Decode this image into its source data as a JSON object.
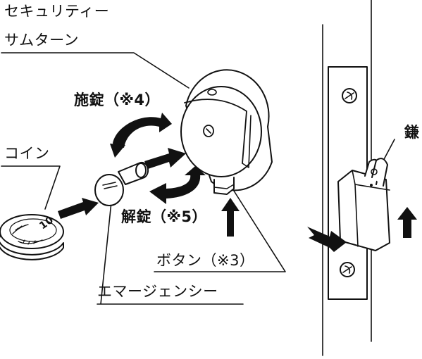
{
  "labels": {
    "security_thumbturn_line1": "セキュリティー",
    "security_thumbturn_line2": "サムターン",
    "lock": "施錠（※4）",
    "coin": "コイン",
    "unlock": "解錠（※5）",
    "button": "ボタン（※3）",
    "emergency": "エマージェンシー",
    "right_cut": "鎌"
  },
  "coin_number": "10",
  "colors": {
    "line": "#111111",
    "fill": "#ffffff"
  }
}
